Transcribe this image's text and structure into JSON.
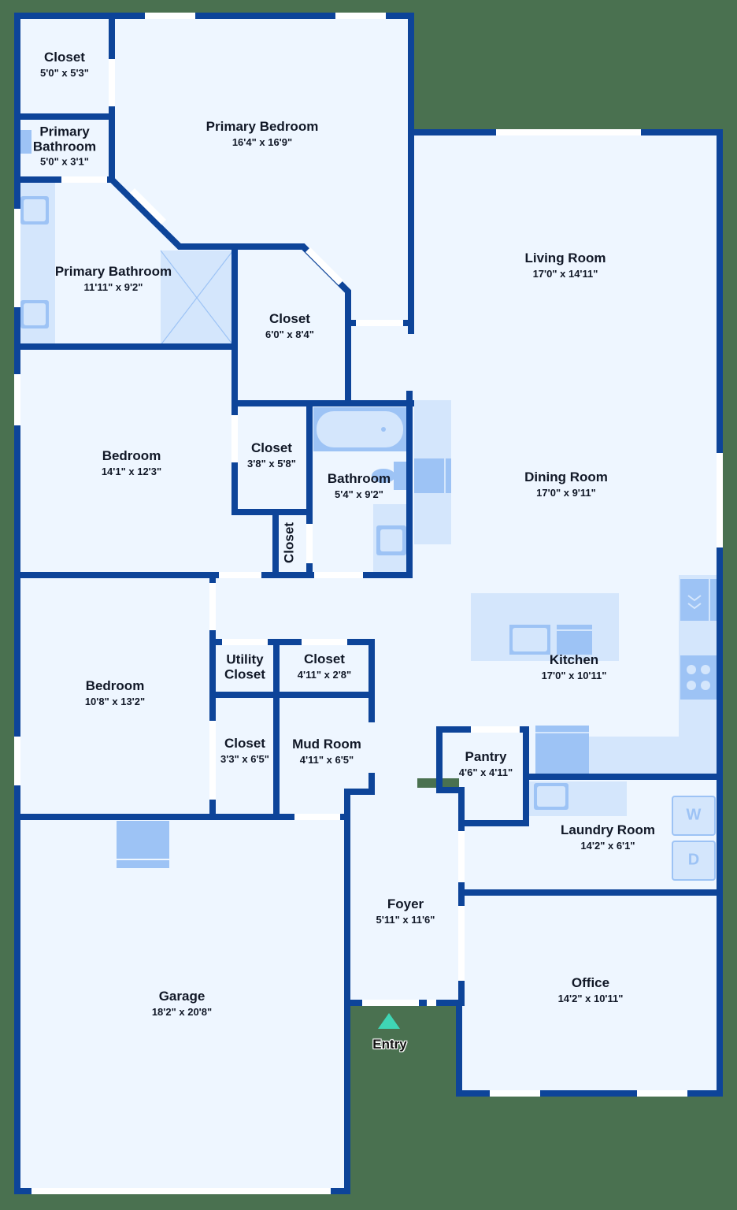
{
  "colors": {
    "background": "#4a7150",
    "floor": "#eef6ff",
    "wall": "#0d4499",
    "fixture_light": "#d4e6fc",
    "fixture_mid": "#9dc3f5",
    "opening": "#ffffff",
    "entry_marker": "#3fd6b5"
  },
  "rooms": [
    {
      "id": "closet-primary",
      "name": "Closet",
      "dims": "5'0\" x 5'3\""
    },
    {
      "id": "primary-bedroom",
      "name": "Primary Bedroom",
      "dims": "16'4\" x 16'9\""
    },
    {
      "id": "primary-bathroom-small",
      "name": "Primary Bathroom",
      "dims": "5'0\" x 3'1\""
    },
    {
      "id": "primary-bathroom",
      "name": "Primary Bathroom",
      "dims": "11'11\" x 9'2\""
    },
    {
      "id": "closet-center",
      "name": "Closet",
      "dims": "6'0\" x 8'4\""
    },
    {
      "id": "living-room",
      "name": "Living Room",
      "dims": "17'0\" x 14'11\""
    },
    {
      "id": "bedroom-1",
      "name": "Bedroom",
      "dims": "14'1\" x 12'3\""
    },
    {
      "id": "closet-small",
      "name": "Closet",
      "dims": "3'8\" x 5'8\""
    },
    {
      "id": "closet-narrow",
      "name": "Closet",
      "dims": ""
    },
    {
      "id": "bathroom",
      "name": "Bathroom",
      "dims": "5'4\" x 9'2\""
    },
    {
      "id": "dining-room",
      "name": "Dining Room",
      "dims": "17'0\" x 9'11\""
    },
    {
      "id": "bedroom-2",
      "name": "Bedroom",
      "dims": "10'8\" x 13'2\""
    },
    {
      "id": "utility-closet",
      "name": "Utility Closet",
      "name_line1": "Utility",
      "name_line2": "Closet",
      "dims": ""
    },
    {
      "id": "closet-hall",
      "name": "Closet",
      "dims": "4'11\" x 2'8\""
    },
    {
      "id": "kitchen",
      "name": "Kitchen",
      "dims": "17'0\" x 10'11\""
    },
    {
      "id": "closet-lower",
      "name": "Closet",
      "dims": "3'3\" x 6'5\""
    },
    {
      "id": "mud-room",
      "name": "Mud Room",
      "dims": "4'11\" x 6'5\""
    },
    {
      "id": "pantry",
      "name": "Pantry",
      "dims": "4'6\" x 4'11\""
    },
    {
      "id": "laundry-room",
      "name": "Laundry Room",
      "dims": "14'2\" x 6'1\""
    },
    {
      "id": "foyer",
      "name": "Foyer",
      "dims": "5'11\" x 11'6\""
    },
    {
      "id": "garage",
      "name": "Garage",
      "dims": "18'2\" x 20'8\""
    },
    {
      "id": "office",
      "name": "Office",
      "dims": "14'2\" x 10'11\""
    }
  ],
  "primary_bath_small": {
    "line1": "Primary",
    "line2": "Bathroom"
  },
  "appliances": {
    "washer": "W",
    "dryer": "D"
  },
  "entry": {
    "label": "Entry"
  }
}
